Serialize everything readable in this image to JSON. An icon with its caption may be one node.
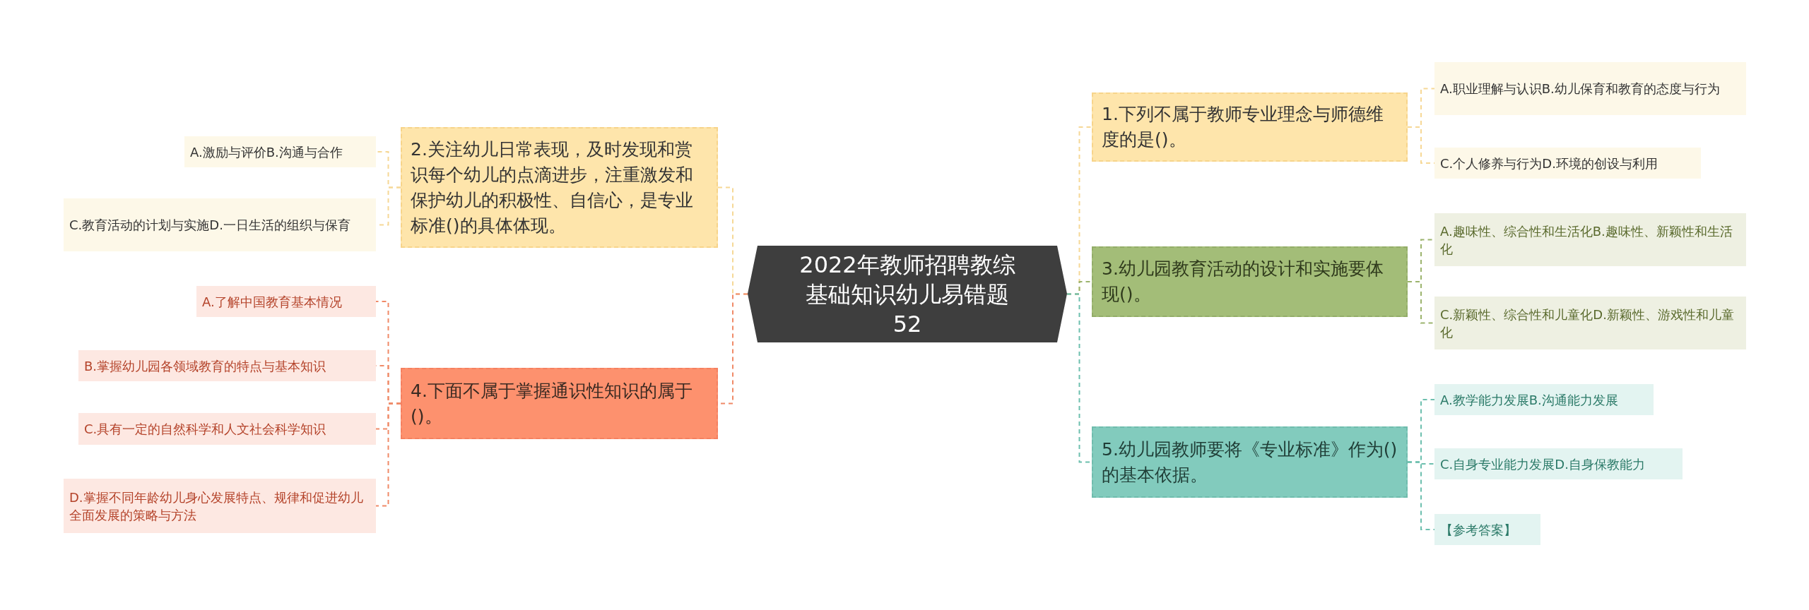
{
  "diagram": {
    "nodes": [
      {
        "text": [
          "2022年教师招聘教综基础知识幼儿易错题52"
        ]
      },
      {
        "text": [
          "2.关注幼儿日常表现，及时发现和赏识每个幼儿的点滴进步，注重激发和保护幼儿的积极性、自信心，是专业标准()的具体体现。"
        ]
      },
      {
        "text": [
          "A.激励与评价B.沟通与合作"
        ]
      },
      {
        "text": [
          "C.教育活动的计划与实施D.一日生活的组织与保育"
        ]
      },
      {
        "text": [
          "4.下面不属于掌握通识性知识的属于()。"
        ]
      },
      {
        "text": [
          "A.了解中国教育基本情况"
        ]
      },
      {
        "text": [
          "B.掌握幼儿园各领域教育的特点与基本知识"
        ]
      },
      {
        "text": [
          "C.具有一定的自然科学和人文社会科学知识"
        ]
      },
      {
        "text": [
          "D.掌握不同年龄幼儿身心发展特点、规律和促进幼儿全面发展的策略与方法"
        ]
      },
      {
        "text": [
          "1.下列不属于教师专业理念与师德维度的是()。"
        ]
      },
      {
        "text": [
          "A.职业理解与认识B.幼儿保育和教育的态度与行为"
        ]
      },
      {
        "text": [
          "C.个人修养与行为D.环境的创设与利用"
        ]
      },
      {
        "text": [
          "3.幼儿园教育活动的设计和实施要体现()。"
        ]
      },
      {
        "text": [
          "A.趣味性、综合性和生活化B.趣味性、新颖性和生活化"
        ]
      },
      {
        "text": [
          "C.新颖性、综合性和儿童化D.新颖性、游戏性和儿童化"
        ]
      },
      {
        "text": [
          "5.幼儿园教师要将《专业标准》作为()的基本依据。"
        ]
      },
      {
        "text": [
          "A.教学能力发展B.沟通能力发展"
        ]
      },
      {
        "text": [
          "C.自身专业能力发展D.自身保教能力"
        ]
      },
      {
        "text": [
          "【参考答案】"
        ]
      }
    ],
    "edges": [
      {
        "from": 0,
        "to": 1,
        "arrow": "none",
        "style": "dashed",
        "color": "#f6d896"
      },
      {
        "from": 1,
        "to": 2,
        "arrow": "none",
        "style": "dashed",
        "color": "#f6d896"
      },
      {
        "from": 1,
        "to": 3,
        "arrow": "none",
        "style": "dashed",
        "color": "#f6d896"
      },
      {
        "from": 0,
        "to": 4,
        "arrow": "none",
        "style": "dashed",
        "color": "#f08a68"
      },
      {
        "from": 4,
        "to": 5,
        "arrow": "none",
        "style": "dashed",
        "color": "#f08a68"
      },
      {
        "from": 4,
        "to": 6,
        "arrow": "none",
        "style": "dashed",
        "color": "#f08a68"
      },
      {
        "from": 4,
        "to": 7,
        "arrow": "none",
        "style": "dashed",
        "color": "#f08a68"
      },
      {
        "from": 4,
        "to": 8,
        "arrow": "none",
        "style": "dashed",
        "color": "#f08a68"
      },
      {
        "from": 0,
        "to": 9,
        "arrow": "none",
        "style": "dashed",
        "color": "#f6d896"
      },
      {
        "from": 9,
        "to": 10,
        "arrow": "none",
        "style": "dashed",
        "color": "#f6d896"
      },
      {
        "from": 9,
        "to": 11,
        "arrow": "none",
        "style": "dashed",
        "color": "#f6d896"
      },
      {
        "from": 0,
        "to": 12,
        "arrow": "none",
        "style": "dashed",
        "color": "#9cb46e"
      },
      {
        "from": 12,
        "to": 13,
        "arrow": "none",
        "style": "dashed",
        "color": "#9cb46e"
      },
      {
        "from": 12,
        "to": 14,
        "arrow": "none",
        "style": "dashed",
        "color": "#9cb46e"
      },
      {
        "from": 0,
        "to": 15,
        "arrow": "none",
        "style": "dashed",
        "color": "#6dbfae"
      },
      {
        "from": 15,
        "to": 16,
        "arrow": "none",
        "style": "dashed",
        "color": "#6dbfae"
      },
      {
        "from": 15,
        "to": 17,
        "arrow": "none",
        "style": "dashed",
        "color": "#6dbfae"
      },
      {
        "from": 15,
        "to": 18,
        "arrow": "none",
        "style": "dashed",
        "color": "#6dbfae"
      }
    ]
  }
}
